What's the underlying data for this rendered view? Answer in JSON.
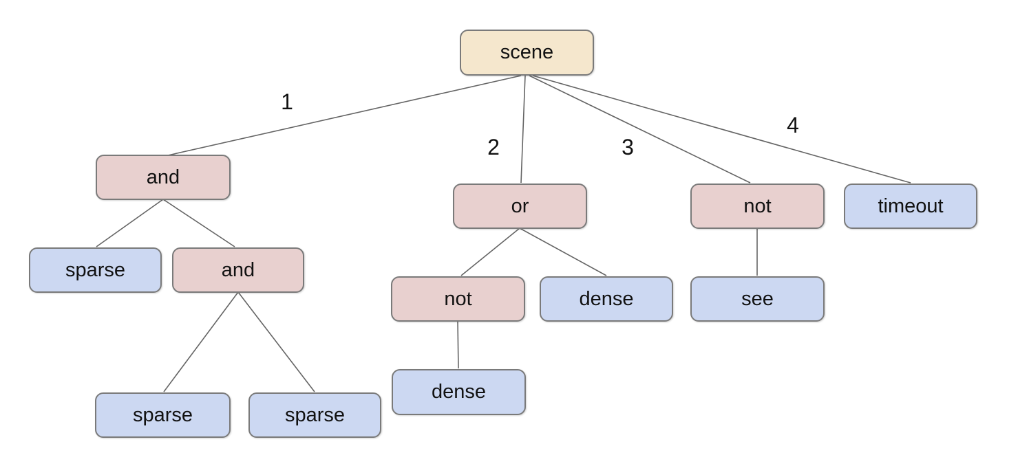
{
  "diagram": {
    "type": "tree",
    "nodes": {
      "scene": "scene",
      "and_outer": "and",
      "sparse_left": "sparse",
      "and_inner": "and",
      "sparse_bottom_left": "sparse",
      "sparse_bottom_right": "sparse",
      "or": "or",
      "not_under_or": "not",
      "dense_under_or": "dense",
      "dense_bottom": "dense",
      "not_top": "not",
      "see": "see",
      "timeout": "timeout"
    },
    "edge_labels": {
      "e1": "1",
      "e2": "2",
      "e3": "3",
      "e4": "4"
    },
    "structure": {
      "label": "scene",
      "children": [
        {
          "edge": "1",
          "label": "and",
          "children": [
            {
              "label": "sparse"
            },
            {
              "label": "and",
              "children": [
                {
                  "label": "sparse"
                },
                {
                  "label": "sparse"
                }
              ]
            }
          ]
        },
        {
          "edge": "2",
          "label": "or",
          "children": [
            {
              "label": "not",
              "children": [
                {
                  "label": "dense"
                }
              ]
            },
            {
              "label": "dense"
            }
          ]
        },
        {
          "edge": "3",
          "label": "not",
          "children": [
            {
              "label": "see"
            }
          ]
        },
        {
          "edge": "4",
          "label": "timeout"
        }
      ]
    },
    "colors": {
      "root_fill": "#f5e7cd",
      "operator_fill": "#e8d0cf",
      "leaf_fill": "#ccd8f2",
      "node_border": "#7a7a7a",
      "edge_line": "#646464",
      "text": "#111111",
      "background": "#ffffff"
    }
  }
}
